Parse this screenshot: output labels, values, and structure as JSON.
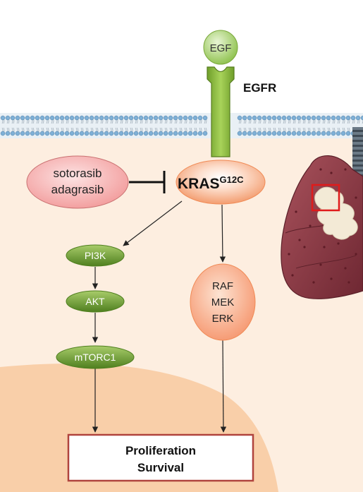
{
  "ligand": {
    "label": "EGF"
  },
  "receptor": {
    "label": "EGFR"
  },
  "inhibitors": {
    "line1": "sotorasib",
    "line2": "adagrasib"
  },
  "kras": {
    "label": "KRAS",
    "superscript": "G12C"
  },
  "pi3k_pathway": {
    "pi3k": "PI3K",
    "akt": "AKT",
    "mtorc1": "mTORC1"
  },
  "mapk_pathway": {
    "raf": "RAF",
    "mek": "MEK",
    "erk": "ERK"
  },
  "outcome": {
    "line1": "Proliferation",
    "line2": "Survival"
  },
  "colors": {
    "cytoplasm": "#fdebd9",
    "nucleus": "#f9c9a0",
    "green_node": "#77a33a",
    "orange_node": "#f6a37d",
    "inhibitor_fill": "#f6a3a3",
    "outcome_border": "#b0433d",
    "lung": "#8e3a44",
    "highlight_box": "#e01b1b"
  }
}
